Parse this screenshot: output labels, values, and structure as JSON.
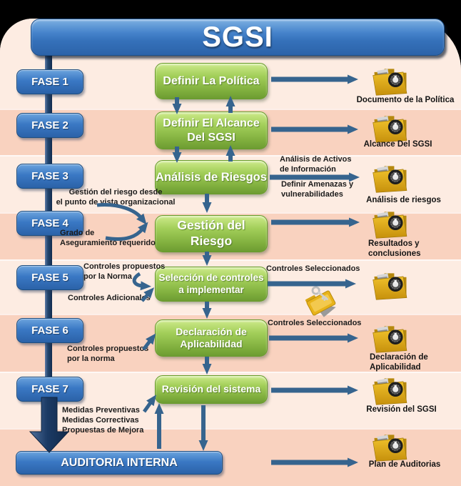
{
  "header": {
    "title": "SGSI"
  },
  "phases": [
    {
      "label": "FASE 1",
      "process": [
        "Definir La Política"
      ],
      "folder_label": [
        "Documento de la Política"
      ]
    },
    {
      "label": "FASE 2",
      "process": [
        "Definir El Alcance",
        "Del SGSI"
      ],
      "folder_label": [
        "Alcance Del SGSI"
      ]
    },
    {
      "label": "FASE 3",
      "process": [
        "Análisis de Riesgos"
      ],
      "folder_label": [
        "Análisis de riesgos"
      ],
      "right_note_top": [
        "Análisis de Activos",
        "de Información"
      ],
      "right_note_bottom": [
        "Definir Amenazas y",
        "vulnerabilidades"
      ]
    },
    {
      "label": "FASE 4",
      "process": [
        "Gestión del Riesgo"
      ],
      "folder_label": [
        "Resultados y",
        "conclusiones"
      ],
      "left_note_top": [
        "Gestión del riesgo desde",
        "el punto de vista organizacional"
      ],
      "left_note_bottom": [
        "Grado de",
        "Aseguramiento  requerido"
      ]
    },
    {
      "label": "FASE 5",
      "process": [
        "Selección de  controles",
        "a implementar"
      ],
      "left_note_top": [
        "Controles propuestos",
        "por la Norma"
      ],
      "left_note_bottom": [
        "Controles Adicionales"
      ],
      "right_note_top": [
        "Controles Seleccionados"
      ]
    },
    {
      "label": "FASE 6",
      "process": [
        "Declaración de",
        "Aplicabilidad"
      ],
      "folder_label": [
        "Declaración de",
        "Aplicabilidad"
      ],
      "left_note_top": [
        "Controles propuestos",
        "por la norma"
      ],
      "right_note_top": [
        "Controles Seleccionados"
      ]
    },
    {
      "label": "FASE 7",
      "process": [
        "Revisión del sistema"
      ],
      "folder_label": [
        "Revisión del SGSI"
      ],
      "left_note_top": [
        "Medidas Preventivas",
        "Medidas Correctivas",
        "Propuestas de Mejora"
      ]
    }
  ],
  "footer": {
    "label": "AUDITORIA INTERNA",
    "folder_label": [
      "Plan de Auditorias"
    ]
  },
  "icons": {
    "folder": "safe-folder-icon",
    "keys": "keys-folder-icon"
  },
  "colors": {
    "background": "#000000",
    "stripe_light": "#fdece2",
    "stripe_dark": "#f9d2bf",
    "banner_blue": "#3a78c4",
    "process_green": "#8fbf4d",
    "arrow_steel_blue": "#36648e",
    "spine_navy": "#1d3a63",
    "folder_gold": "#d9a614",
    "text_dark": "#1b1b1b"
  }
}
